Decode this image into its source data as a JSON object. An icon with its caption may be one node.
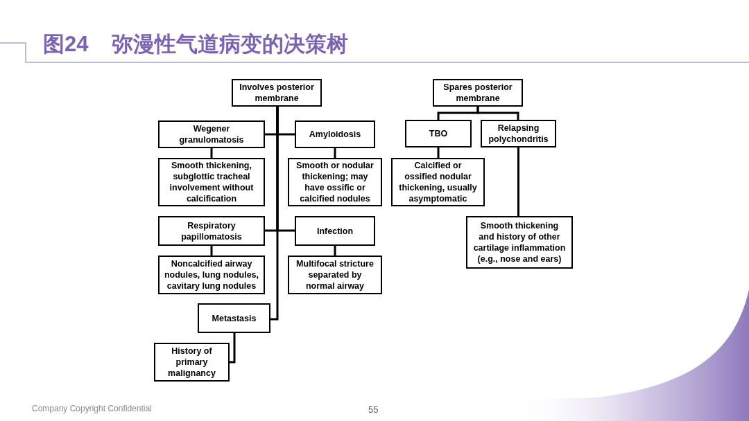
{
  "diagram": {
    "title": "图24 弥漫性气道病变的决策树",
    "nodes": [
      {
        "text": [
          "Involves posterior membrane"
        ]
      },
      {
        "text": [
          "Wegener granulomatosis"
        ]
      },
      {
        "text": [
          "Amyloidosis"
        ]
      },
      {
        "text": [
          "Smooth thickening, subglottic tracheal involvement without calcification"
        ]
      },
      {
        "text": [
          "Smooth or nodular thickening; may have ossific or calcified nodules"
        ]
      },
      {
        "text": [
          "Respiratory papillomatosis"
        ]
      },
      {
        "text": [
          "Infection"
        ]
      },
      {
        "text": [
          "Noncalcified airway nodules, lung nodules, cavitary lung nodules"
        ]
      },
      {
        "text": [
          "Multifocal stricture separated by normal airway"
        ]
      },
      {
        "text": [
          "Metastasis"
        ]
      },
      {
        "text": [
          "History of primary malignancy"
        ]
      },
      {
        "text": [
          "Spares posterior membrane"
        ]
      },
      {
        "text": [
          "TBO"
        ]
      },
      {
        "text": [
          "Relapsing polychondritis"
        ]
      },
      {
        "text": [
          "Calcified or ossified nodular thickening, usually asymptomatic"
        ]
      },
      {
        "text": [
          "Smooth thickening and history of other cartilage inflammation (e.g., nose and ears)"
        ]
      }
    ],
    "edges": [
      {
        "from": 0,
        "to": 1,
        "arrow": "none"
      },
      {
        "from": 0,
        "to": 2,
        "arrow": "none"
      },
      {
        "from": 0,
        "to": 5,
        "arrow": "none"
      },
      {
        "from": 0,
        "to": 6,
        "arrow": "none"
      },
      {
        "from": 0,
        "to": 9,
        "arrow": "none"
      },
      {
        "from": 1,
        "to": 3,
        "arrow": "none"
      },
      {
        "from": 2,
        "to": 4,
        "arrow": "none"
      },
      {
        "from": 5,
        "to": 7,
        "arrow": "none"
      },
      {
        "from": 6,
        "to": 8,
        "arrow": "none"
      },
      {
        "from": 9,
        "to": 10,
        "arrow": "none"
      },
      {
        "from": 11,
        "to": 12,
        "arrow": "none"
      },
      {
        "from": 11,
        "to": 13,
        "arrow": "none"
      },
      {
        "from": 12,
        "to": 14,
        "arrow": "none"
      },
      {
        "from": 13,
        "to": 15,
        "arrow": "none"
      }
    ],
    "labels": [
      "Company Copyright Confidential",
      "55"
    ]
  }
}
